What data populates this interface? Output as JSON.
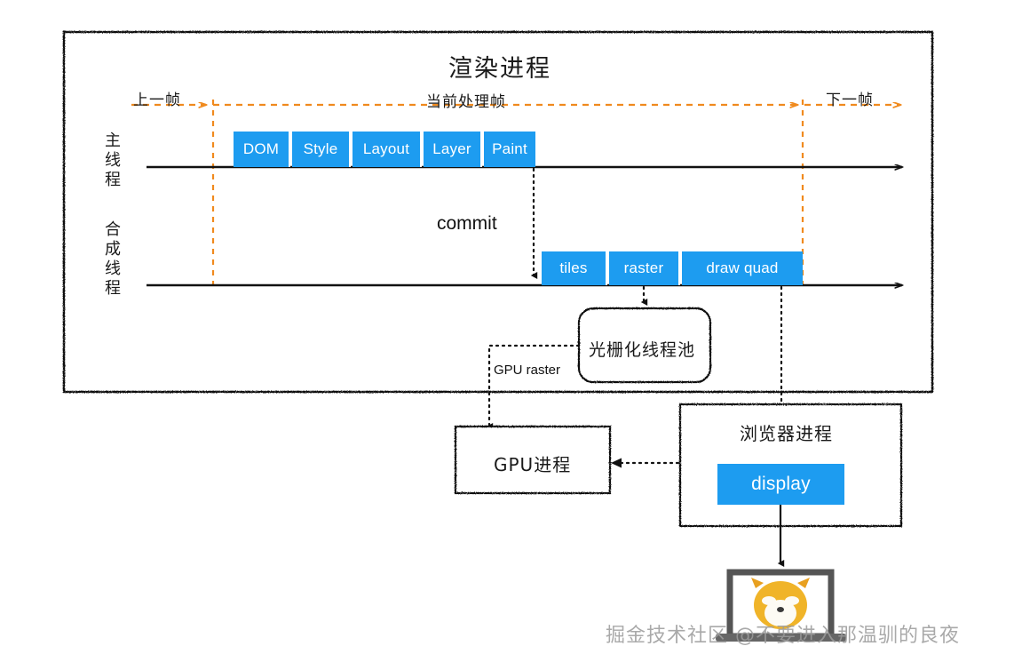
{
  "diagram": {
    "title": "渲染进程",
    "timeline": {
      "prev_frame": "上一帧",
      "current_frame": "当前处理帧",
      "next_frame": "下一帧"
    },
    "lanes": [
      {
        "name": "main-thread",
        "label": "主线程"
      },
      {
        "name": "compositor-thread",
        "label": "合成线程"
      }
    ],
    "main_thread_steps": [
      {
        "label": "DOM"
      },
      {
        "label": "Style"
      },
      {
        "label": "Layout"
      },
      {
        "label": "Layer"
      },
      {
        "label": "Paint"
      }
    ],
    "compositor_steps": [
      {
        "label": "tiles"
      },
      {
        "label": "raster"
      },
      {
        "label": "draw quad"
      }
    ],
    "commit_label": "commit",
    "raster_pool": "光栅化线程池",
    "gpu_raster_label": "GPU raster",
    "gpu_process": "GPU进程",
    "browser_process": "浏览器进程",
    "display_chip": "display",
    "watermark": "掘金技术社区 @不要进入那温驯的良夜"
  },
  "colors": {
    "chip_blue": "#1d9cf0",
    "timeline_orange": "#f08a1e",
    "ink": "#1a1a1a",
    "watermark_gray": "#9b9b9b"
  }
}
